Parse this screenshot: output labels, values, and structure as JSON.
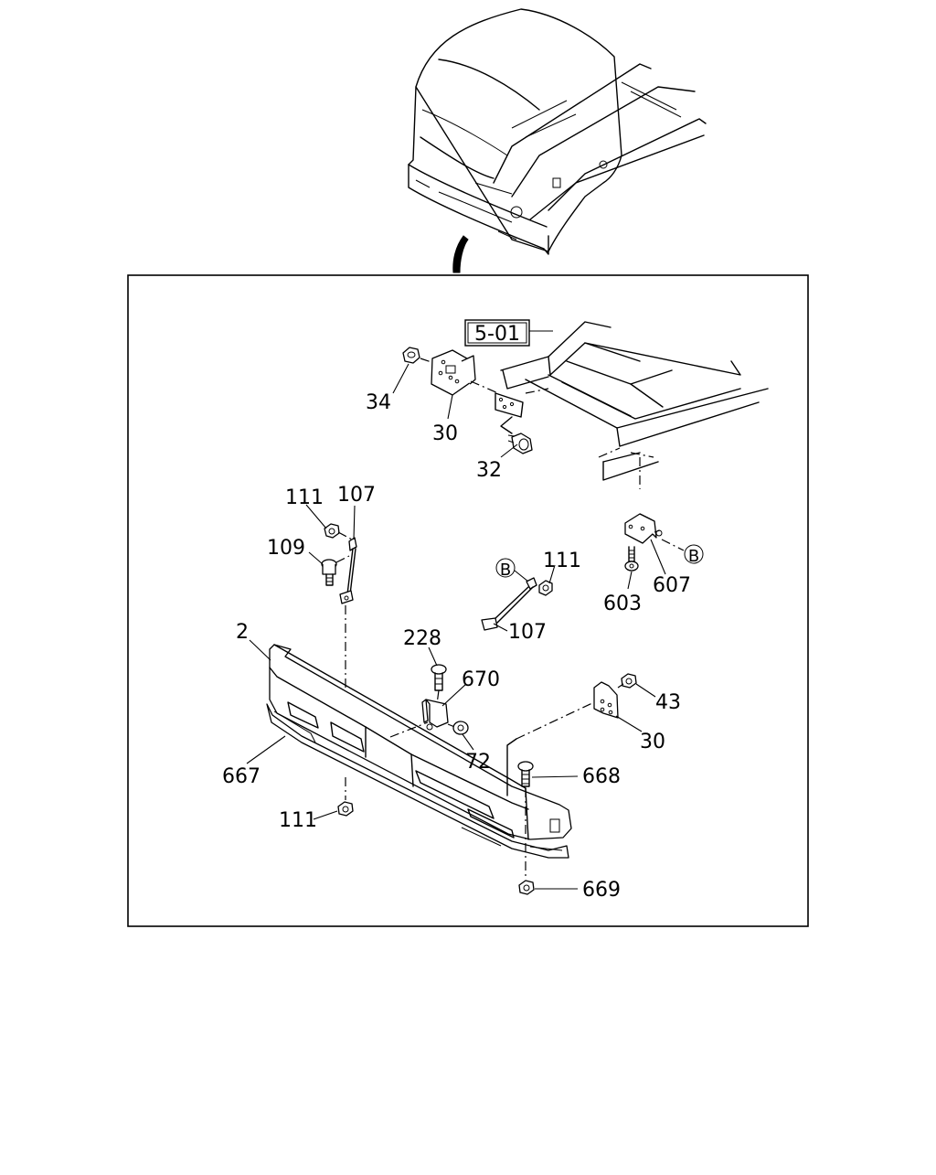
{
  "reference_box": "5-01",
  "connector_symbol": "B",
  "callouts": {
    "c34": "34",
    "c30a": "30",
    "c32": "32",
    "c111a": "111",
    "c107a": "107",
    "c109": "109",
    "c111b": "111",
    "c107b": "107",
    "c603": "603",
    "c607": "607",
    "c2": "2",
    "c228": "228",
    "c670": "670",
    "c43": "43",
    "c30b": "30",
    "c72": "72",
    "c667": "667",
    "c668": "668",
    "c111c": "111",
    "c669": "669"
  }
}
